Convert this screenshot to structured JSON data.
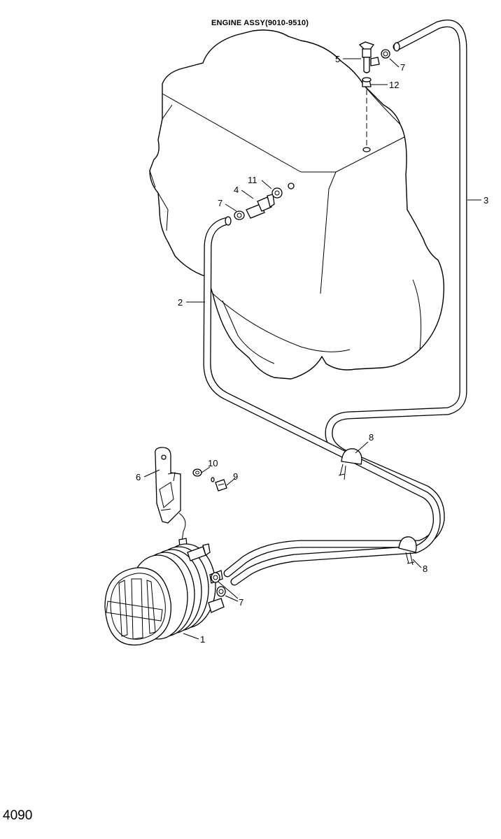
{
  "header": {
    "title": "ENGINE ASSY(9010-9510)"
  },
  "page": {
    "number": "4090"
  },
  "callouts": {
    "c1": "1",
    "c2": "2",
    "c3": "3",
    "c4": "4",
    "c5": "5",
    "c6": "6",
    "c7a": "7",
    "c7b": "7",
    "c7c": "7",
    "c8a": "8",
    "c8b": "8",
    "c9": "9",
    "c10": "10",
    "c11": "11",
    "c12": "12"
  }
}
